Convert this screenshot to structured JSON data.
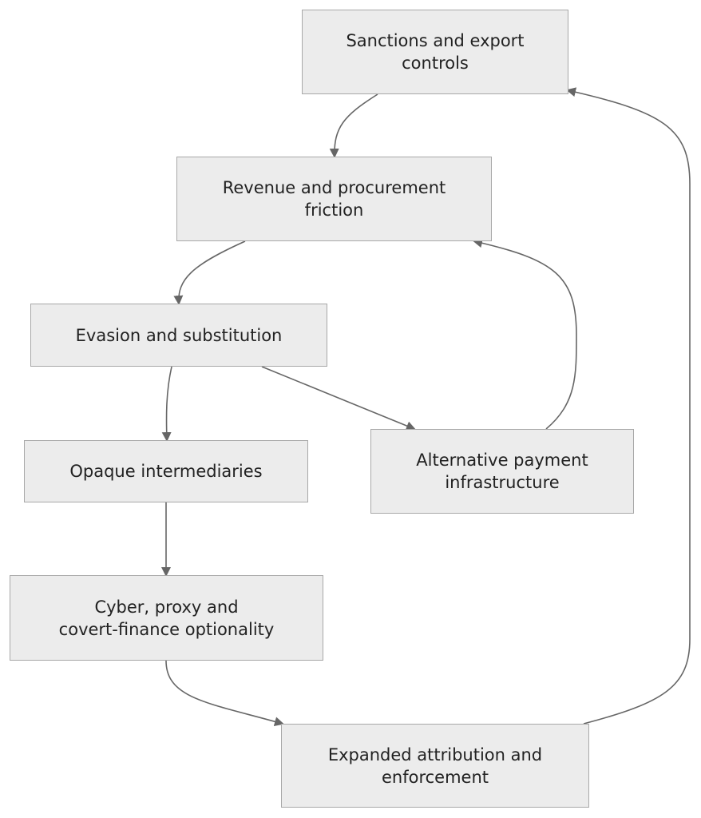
{
  "diagram": {
    "nodes": {
      "sanctions": "Sanctions and export\ncontrols",
      "revenue": "Revenue and procurement\nfriction",
      "evasion": "Evasion and substitution",
      "opaque": "Opaque intermediaries",
      "alternative_payment": "Alternative payment\ninfrastructure",
      "cyber": "Cyber, proxy and\ncovert-finance optionality",
      "expanded": "Expanded attribution and\nenforcement"
    },
    "edges": [
      {
        "from": "sanctions",
        "to": "revenue"
      },
      {
        "from": "revenue",
        "to": "evasion"
      },
      {
        "from": "evasion",
        "to": "opaque"
      },
      {
        "from": "evasion",
        "to": "alternative_payment"
      },
      {
        "from": "alternative_payment",
        "to": "revenue"
      },
      {
        "from": "opaque",
        "to": "cyber"
      },
      {
        "from": "cyber",
        "to": "expanded"
      },
      {
        "from": "expanded",
        "to": "sanctions"
      }
    ],
    "colors": {
      "node_fill": "#ececec",
      "node_border": "#a8a8a8",
      "edge": "#666666",
      "text": "#222222"
    }
  }
}
